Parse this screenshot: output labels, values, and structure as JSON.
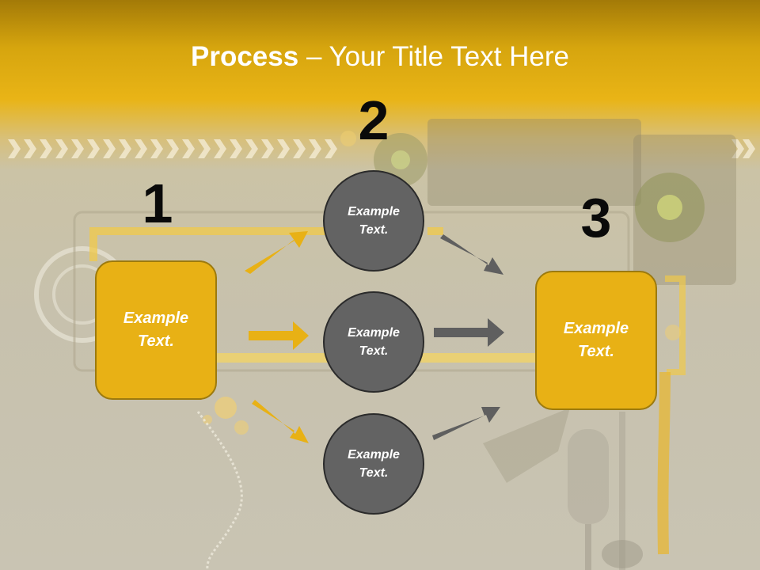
{
  "title": {
    "bold": "Process",
    "rest": " – Your Title Text Here"
  },
  "steps": [
    {
      "number": "1",
      "text": "Example Text."
    },
    {
      "number": "2",
      "items": [
        {
          "text": "Example Text."
        },
        {
          "text": "Example Text."
        },
        {
          "text": "Example Text."
        }
      ]
    },
    {
      "number": "3",
      "text": "Example Text."
    }
  ],
  "colors": {
    "accent": "#e8b115",
    "circle": "#636363",
    "arrow_yellow": "#e8b115",
    "arrow_gray": "#5f5f5f"
  }
}
